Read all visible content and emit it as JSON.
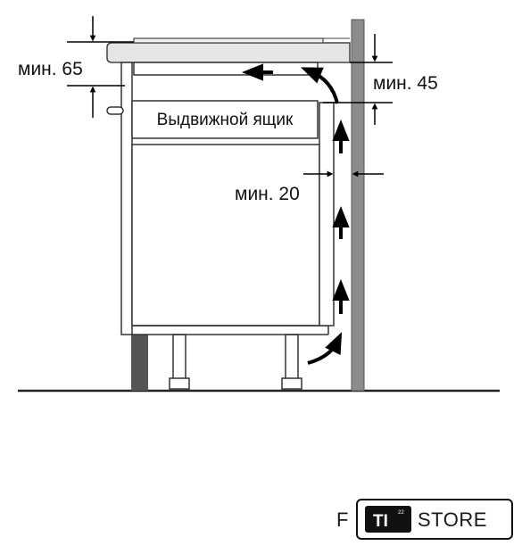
{
  "labels": {
    "min_top": "мин. 65",
    "min_right_top": "мин. 45",
    "min_side": "мин. 20",
    "drawer": "Выдвижной ящик"
  },
  "brand": {
    "prefix": "F",
    "badge": "TI",
    "badge_sup": "22",
    "suffix": "STORE"
  },
  "colors": {
    "line": "#222222",
    "wall": "#8c8c8c",
    "wall_edge": "#555555",
    "plinth": "#555555",
    "countertop": "#e6e6e6",
    "arrow": "#000000"
  }
}
